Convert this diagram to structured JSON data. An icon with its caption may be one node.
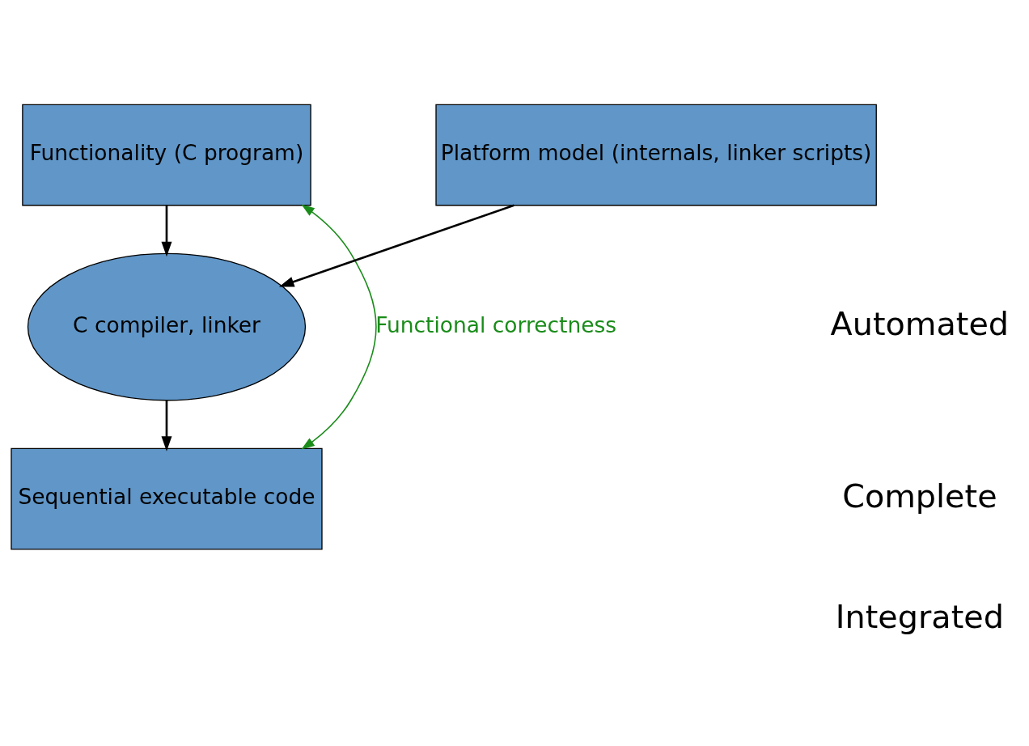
{
  "diagram": {
    "nodes": [
      {
        "text": [
          "Functionality (C program)"
        ]
      },
      {
        "text": [
          "Platform model (internals, linker scripts)"
        ]
      },
      {
        "text": [
          "C compiler, linker"
        ]
      },
      {
        "text": [
          "Sequential executable code"
        ]
      }
    ],
    "edges": [
      {
        "from": 0,
        "to": 2,
        "arrow": "to"
      },
      {
        "from": 1,
        "to": 2,
        "arrow": "to"
      },
      {
        "from": 2,
        "to": 3,
        "arrow": "to"
      },
      {
        "from": 0,
        "to": 3,
        "arrow": "both",
        "label": "Functional correctness",
        "color": "#1a8c1a"
      }
    ],
    "labels": [
      "Automated",
      "Complete",
      "Integrated"
    ]
  }
}
